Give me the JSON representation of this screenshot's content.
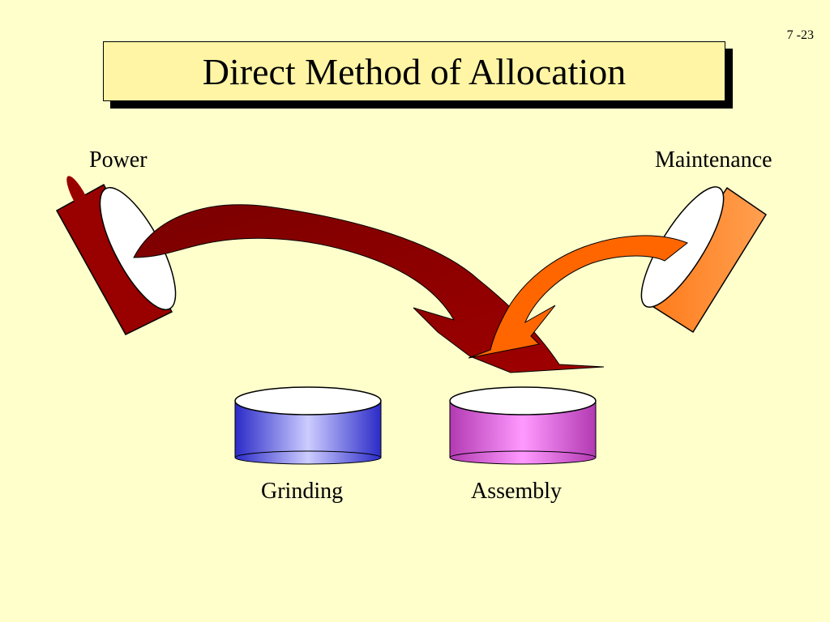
{
  "slide": {
    "page_number": "7 -23",
    "title": "Direct Method of Allocation"
  },
  "service_departments": [
    {
      "label": "Power",
      "color": "#990000"
    },
    {
      "label": "Maintenance",
      "color": "#FF8A2A"
    }
  ],
  "operating_departments": [
    {
      "label": "Grinding",
      "color": "#3333CC"
    },
    {
      "label": "Assembly",
      "color": "#CC33CC"
    }
  ],
  "flows": [
    {
      "from": "Power",
      "to": "Assembly",
      "color": "#8B0000"
    },
    {
      "from": "Maintenance",
      "to": "Assembly",
      "color": "#FF6600"
    }
  ]
}
